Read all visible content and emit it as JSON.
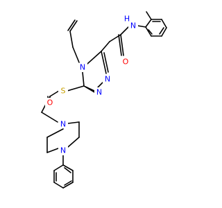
{
  "colors": {
    "background": "#ffffff",
    "bond": "#000000",
    "N": "#0000ff",
    "O": "#ff0000",
    "S": "#c8a000",
    "H": "#0000ff"
  },
  "atoms": [
    {
      "id": "n_amide",
      "label": "N"
    },
    {
      "id": "h_amide",
      "label": "H"
    },
    {
      "id": "o_amide",
      "label": "O"
    },
    {
      "id": "n_triaz4",
      "label": "N"
    },
    {
      "id": "n_triaz1",
      "label": "N"
    },
    {
      "id": "n_triaz2",
      "label": "N"
    },
    {
      "id": "s_thio",
      "label": "S"
    },
    {
      "id": "o_ketone",
      "label": "O"
    },
    {
      "id": "n_pip1",
      "label": "N"
    },
    {
      "id": "n_pip4",
      "label": "N"
    }
  ]
}
